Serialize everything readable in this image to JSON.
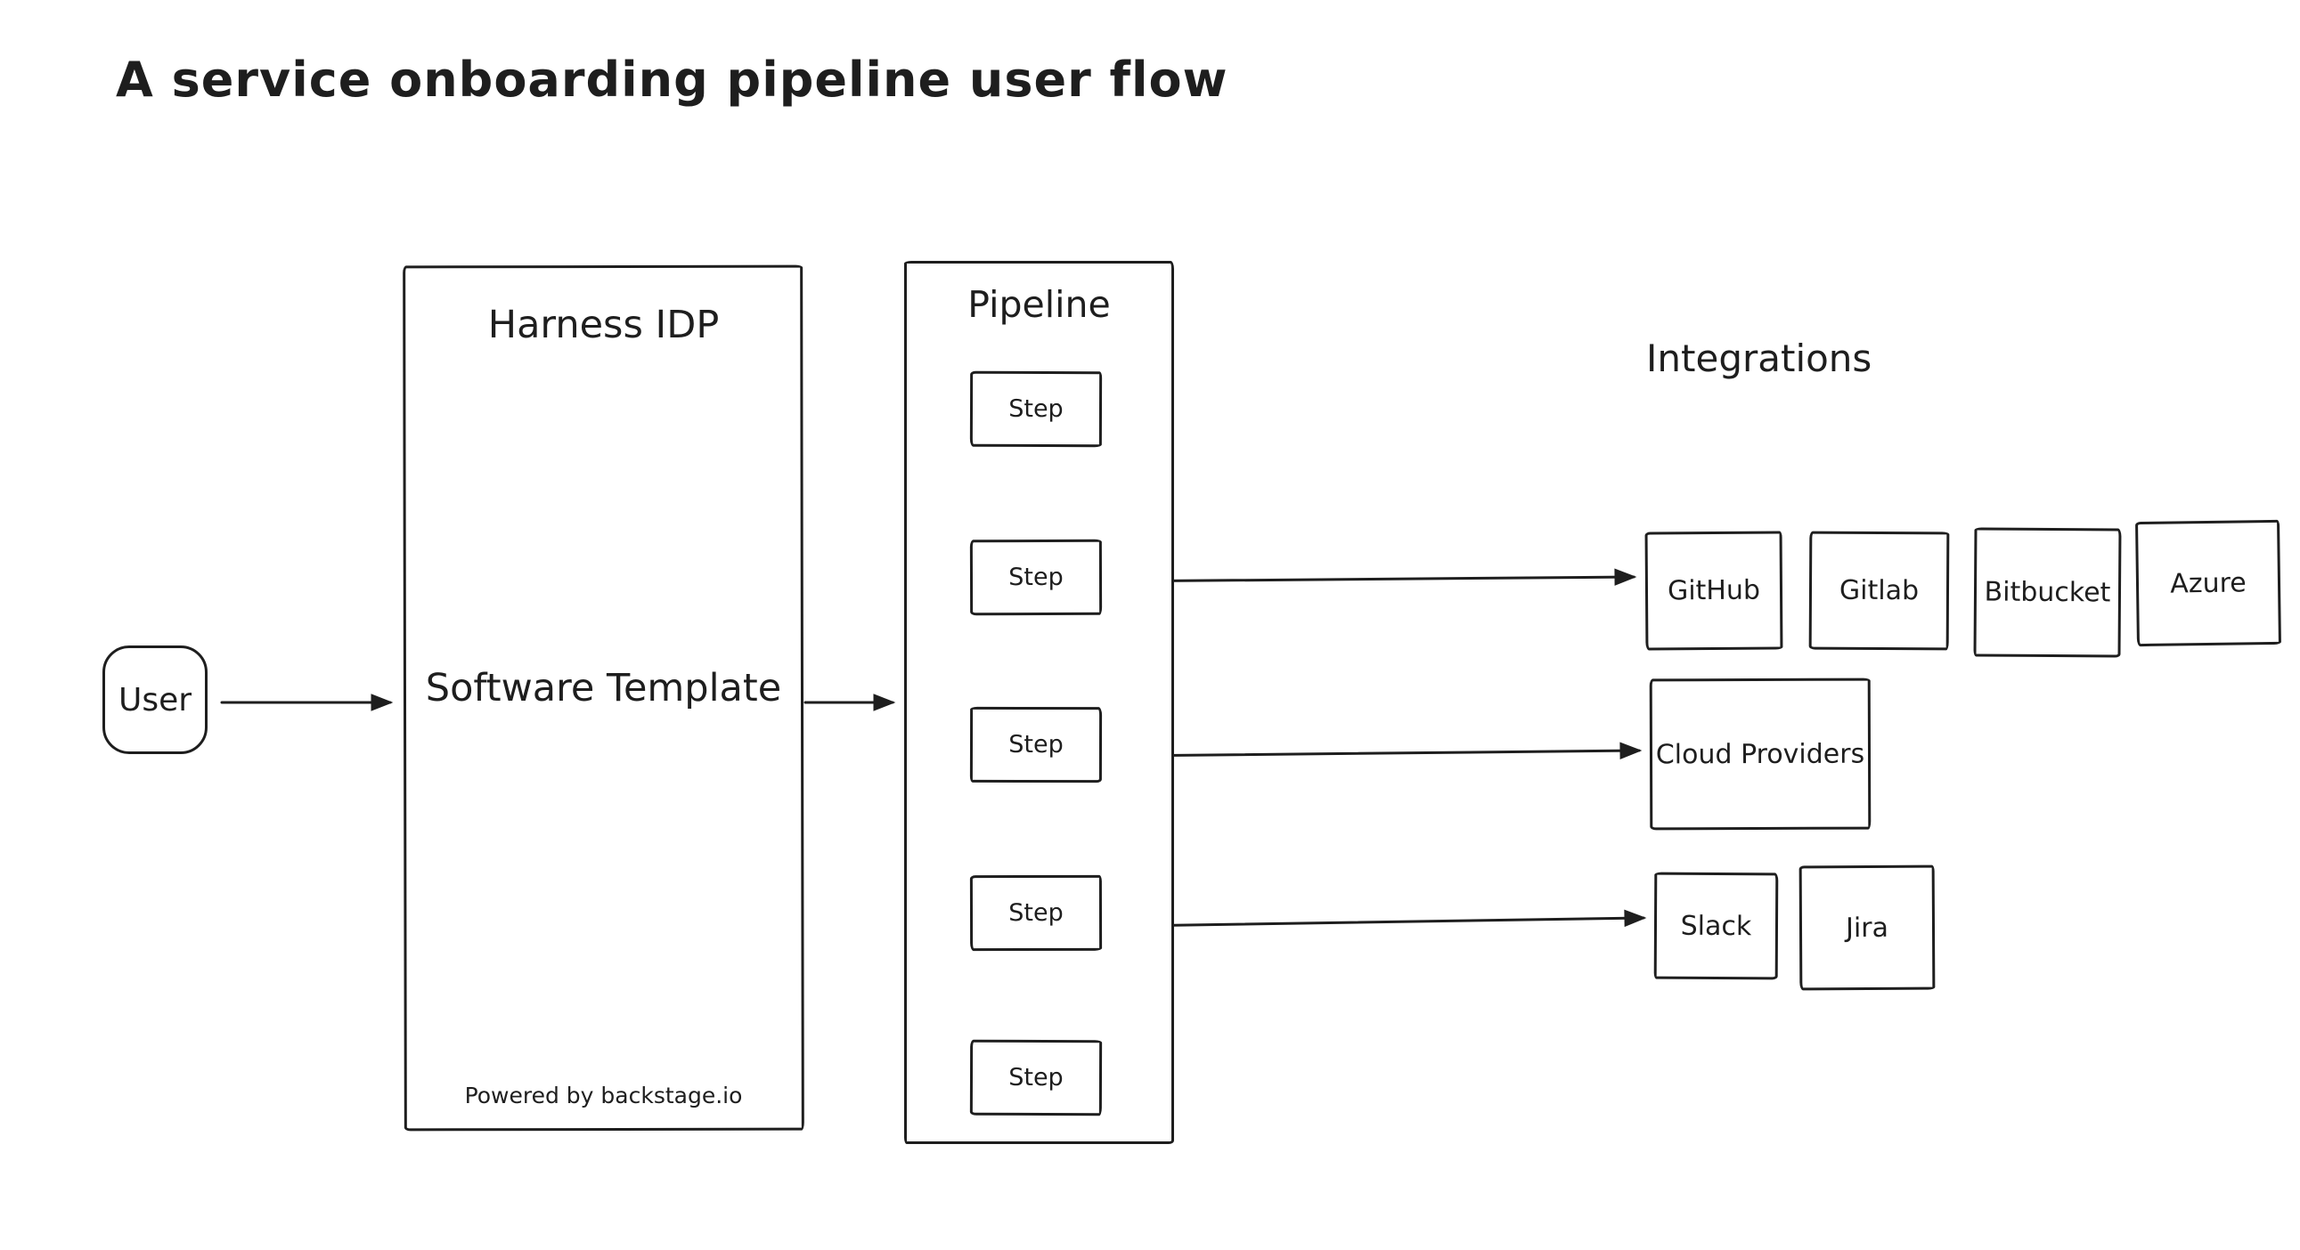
{
  "title": "A service onboarding pipeline user flow",
  "colors": {
    "stroke": "#1e1e1e",
    "background": "#ffffff"
  },
  "nodes": {
    "user": {
      "label": "User"
    },
    "harness": {
      "title": "Harness IDP",
      "center_label": "Software Template",
      "footer": "Powered by backstage.io"
    },
    "pipeline": {
      "title": "Pipeline",
      "steps": [
        "Step",
        "Step",
        "Step",
        "Step",
        "Step"
      ]
    },
    "integrations": {
      "title": "Integrations",
      "scm": [
        {
          "label": "GitHub"
        },
        {
          "label": "Gitlab"
        },
        {
          "label": "Bitbucket"
        },
        {
          "label": "Azure"
        }
      ],
      "cloud": [
        {
          "label": "Cloud Providers"
        }
      ],
      "collab": [
        {
          "label": "Slack"
        },
        {
          "label": "Jira"
        }
      ]
    }
  },
  "edges": [
    {
      "from": "user",
      "to": "software-template"
    },
    {
      "from": "software-template",
      "to": "pipeline"
    },
    {
      "from": "step-1",
      "to": "step-2"
    },
    {
      "from": "step-2",
      "to": "step-3"
    },
    {
      "from": "step-3",
      "to": "step-4"
    },
    {
      "from": "step-4",
      "to": "step-5"
    },
    {
      "from": "step-2",
      "to": "github"
    },
    {
      "from": "step-3",
      "to": "cloud-providers"
    },
    {
      "from": "step-4",
      "to": "slack"
    }
  ]
}
